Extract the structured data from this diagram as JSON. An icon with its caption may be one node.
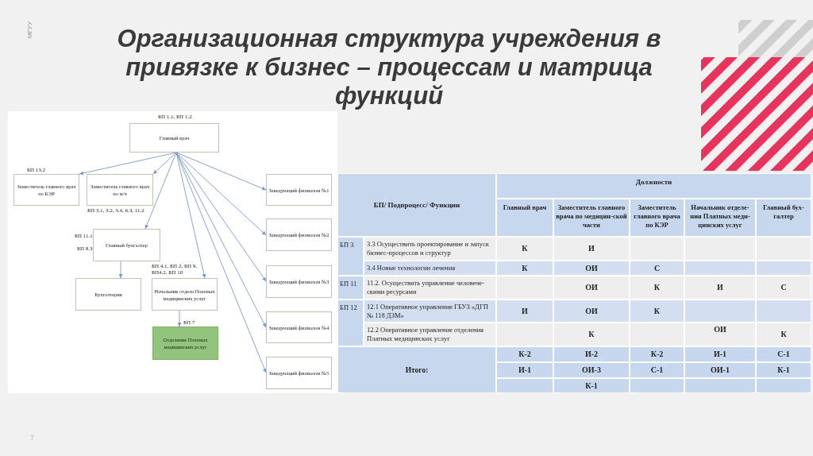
{
  "diagram": {
    "title": "Организационная структура учреждения в привязке к бизнес – процессам и матрица функций",
    "nodes": [
      {
        "text": [
          "Главный врач"
        ],
        "beside": [
          "БП 1.1, БП 1.2"
        ]
      },
      {
        "text": [
          "Заместитель главного врач по КЭР"
        ],
        "beside": [
          "БП 13.2"
        ]
      },
      {
        "text": [
          "Заместитель главного врач по м/ч"
        ],
        "beside": [
          "БП 3.1, 3.2, 3.4, 6.3, 11.2"
        ]
      },
      {
        "text": [
          "Главный бухгалтер"
        ],
        "beside": [
          "БП 11.1",
          "БП 8.3"
        ]
      },
      {
        "text": [
          "Бухгалтерия"
        ]
      },
      {
        "text": [
          "Начальник отдела Платных медицинских услуг"
        ],
        "beside": [
          "БП 4.1, БП 2, БП 9, БП4.2, БП 10"
        ]
      },
      {
        "text": [
          "Отделение Платных медицинских услуг"
        ],
        "beside": [
          "БП 7"
        ]
      },
      {
        "text": [
          "Заведующий филиалом №1"
        ]
      },
      {
        "text": [
          "Заведующий филиалом №2"
        ]
      },
      {
        "text": [
          "Заведующий филиалом №3"
        ]
      },
      {
        "text": [
          "Заведующий филиалом №4"
        ]
      },
      {
        "text": [
          "Заведующий филиалом №5"
        ]
      }
    ],
    "edges": [
      {
        "from": 0,
        "to": 1,
        "arrow": "to"
      },
      {
        "from": 0,
        "to": 2,
        "arrow": "to"
      },
      {
        "from": 0,
        "to": 3,
        "arrow": "to"
      },
      {
        "from": 0,
        "to": 5,
        "arrow": "to"
      },
      {
        "from": 0,
        "to": 7,
        "arrow": "to"
      },
      {
        "from": 0,
        "to": 8,
        "arrow": "to"
      },
      {
        "from": 0,
        "to": 9,
        "arrow": "to"
      },
      {
        "from": 0,
        "to": 10,
        "arrow": "to"
      },
      {
        "from": 0,
        "to": 11,
        "arrow": "to"
      },
      {
        "from": 3,
        "to": 4,
        "arrow": "to"
      },
      {
        "from": 5,
        "to": 6,
        "arrow": "to"
      }
    ],
    "labels": [
      "МГУУ",
      "БП/ Подпроцесс/ Функции",
      "Должности",
      "Главный врач",
      "Заместитель главного врача по медицин-ской части",
      "Заместитель главного врача по КЭР",
      "Начальник отделе-ния Платных меди-цинских услуг",
      "Главный бух-галтер",
      "БП 3",
      "3.3 Осуществить проектирование и запуск бизнес-процессов и структур",
      "К",
      "И",
      "3.4 Новые технологии лечения",
      "К",
      "ОИ",
      "С",
      "БП 11",
      "11.2. Осуществить управление человече-скими ресурсами",
      "ОИ",
      "К",
      "И",
      "С",
      "БП 12",
      "12.1 Оперативное управление ГБУЗ «ДГП № 118 ДЗМ»",
      "И",
      "ОИ",
      "К",
      "12.2 Оперативное управление отделения Платных медицинских услуг",
      "К",
      "ОИ",
      "К",
      "Итого:",
      "К-2",
      "И-2",
      "К-2",
      "И-1",
      "С-1",
      "И-1",
      "ОИ-3",
      "С-1",
      "ОИ-1",
      "К-1",
      "К-1",
      "7"
    ]
  }
}
